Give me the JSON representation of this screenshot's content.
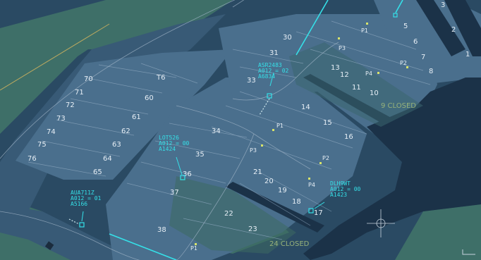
{
  "colors": {
    "grass": "#3e6f68",
    "apron": "#4a6f8d",
    "taxiway": "#385a76",
    "building": "#1b3248",
    "closed": "#97b27a",
    "track": "#35e0e8",
    "marker": "#d7e36a"
  },
  "stands": {
    "s1": "1",
    "s2": "2",
    "s3": "3",
    "s5": "5",
    "s6": "6",
    "s7": "7",
    "s8": "8",
    "s10": "10",
    "s11": "11",
    "s12": "12",
    "s13": "13",
    "s14": "14",
    "s15": "15",
    "s16": "16",
    "s17": "17",
    "s18": "18",
    "s19": "19",
    "s20": "20",
    "s21": "21",
    "s22": "22",
    "s23": "23",
    "s30": "30",
    "s31": "31",
    "s33": "33",
    "s34": "34",
    "s35": "35",
    "s36": "36",
    "s37": "37",
    "s38": "38",
    "s60": "60",
    "s61": "61",
    "s62": "62",
    "s63": "63",
    "s64": "64",
    "s65": "65",
    "s70": "70",
    "s71": "71",
    "s72": "72",
    "s73": "73",
    "s74": "74",
    "s75": "75",
    "s76": "76",
    "sT6": "T6"
  },
  "positions": {
    "p1_top": "P1",
    "p3_top": "P3",
    "p4_top": "P4",
    "p2_top": "P2",
    "p1_mid": "P1",
    "p3_mid": "P3",
    "p2_mid": "P2",
    "p4_mid": "P4",
    "p1_bot": "P1"
  },
  "closed_areas": {
    "c9": "9 CLOSED",
    "c24": "24 CLOSED"
  },
  "aircraft": {
    "asr": {
      "callsign": "ASR2483",
      "altitude": "A012",
      "speed": "02",
      "squawk": "A6834"
    },
    "lot": {
      "callsign": "LOT526",
      "altitude": "A012",
      "speed": "00",
      "squawk": "A1424"
    },
    "aua": {
      "callsign": "AUA711Z",
      "altitude": "A012",
      "speed": "01",
      "squawk": "A5166"
    },
    "dlh": {
      "callsign": "DLH9WT",
      "altitude": "A012",
      "speed": "00",
      "squawk": "A1423"
    }
  }
}
